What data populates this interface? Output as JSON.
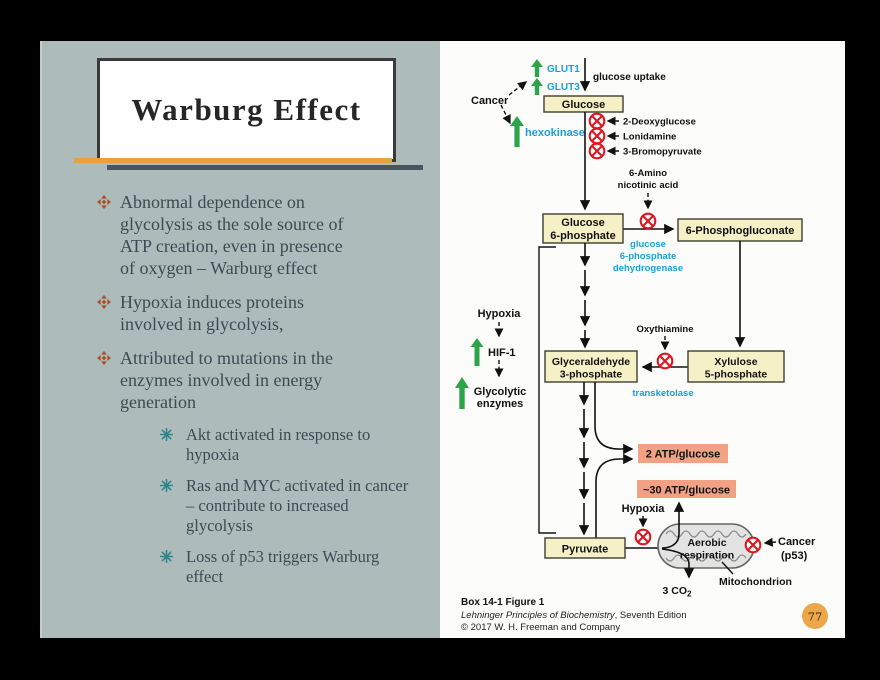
{
  "slide": {
    "title": "Warburg Effect",
    "page_number": "77",
    "bullets": {
      "b1": "Abnormal dependence on\nglycolysis as the sole source of\nATP creation, even in presence\nof oxygen – Warburg effect",
      "b2": "Hypoxia induces proteins\ninvolved in glycolysis,",
      "b3": "Attributed to mutations in the\nenzymes involved in energy\ngeneration",
      "s1": "Akt activated in response to\nhypoxia",
      "s2": "Ras and MYC activated in cancer\n– contribute to increased\nglycolysis",
      "s3": "Loss of p53 triggers Warburg\neffect"
    }
  },
  "diagram": {
    "cancer_top": "Cancer",
    "glut1": "GLUT1",
    "glut3": "GLUT3",
    "glucose_uptake": "glucose uptake",
    "hexokinase": "hexokinase",
    "glucose": "Glucose",
    "inhibitor_1": "2-Deoxyglucose",
    "inhibitor_2": "Lonidamine",
    "inhibitor_3": "3-Bromopyruvate",
    "amino_1": "6-Amino",
    "amino_2": "nicotinic acid",
    "g6p_1": "Glucose",
    "g6p_2": "6-phosphate",
    "pg6": "6-Phosphogluconate",
    "g6pd_1": "glucose",
    "g6pd_2": "6-phosphate",
    "g6pd_3": "dehydrogenase",
    "hypoxia_left": "Hypoxia",
    "hif1": "HIF-1",
    "glycolytic_1": "Glycolytic",
    "glycolytic_2": "enzymes",
    "oxythiamine": "Oxythiamine",
    "gap_1": "Glyceraldehyde",
    "gap_2": "3-phosphate",
    "xylulose_1": "Xylulose",
    "xylulose_2": "5-phosphate",
    "transketolase": "transketolase",
    "atp_glycolysis": "2 ATP/glucose",
    "atp_oxidative": "~30 ATP/glucose",
    "hypoxia_bottom": "Hypoxia",
    "pyruvate": "Pyruvate",
    "aerobic_1": "Aerobic",
    "aerobic_2": "respiration",
    "cancer_p53_1": "Cancer",
    "cancer_p53_2": "(p53)",
    "co2_main": "3 CO",
    "co2_sub": "2",
    "mitochondrion_label": "Mitochondrion",
    "caption_1": "Box 14-1 Figure 1",
    "caption_2_italic": "Lehninger Principles of Biochemistry",
    "caption_2_rest": ", Seventh Edition",
    "caption_3": "© 2017 W. H. Freeman and Company"
  },
  "colors": {
    "panel_bg": "#ADBBBB",
    "accent_orange": "#E8A23B",
    "accent_slate": "#47565E",
    "box_tan": "#F6F0C6",
    "box_salmon": "#F2A185",
    "enzyme_blue": "#1B9FDC",
    "arrow_green": "#2EA44A",
    "inhibit_red": "#DD1620",
    "bullet_rust": "#A8502A",
    "bullet_teal": "#2B8787"
  }
}
